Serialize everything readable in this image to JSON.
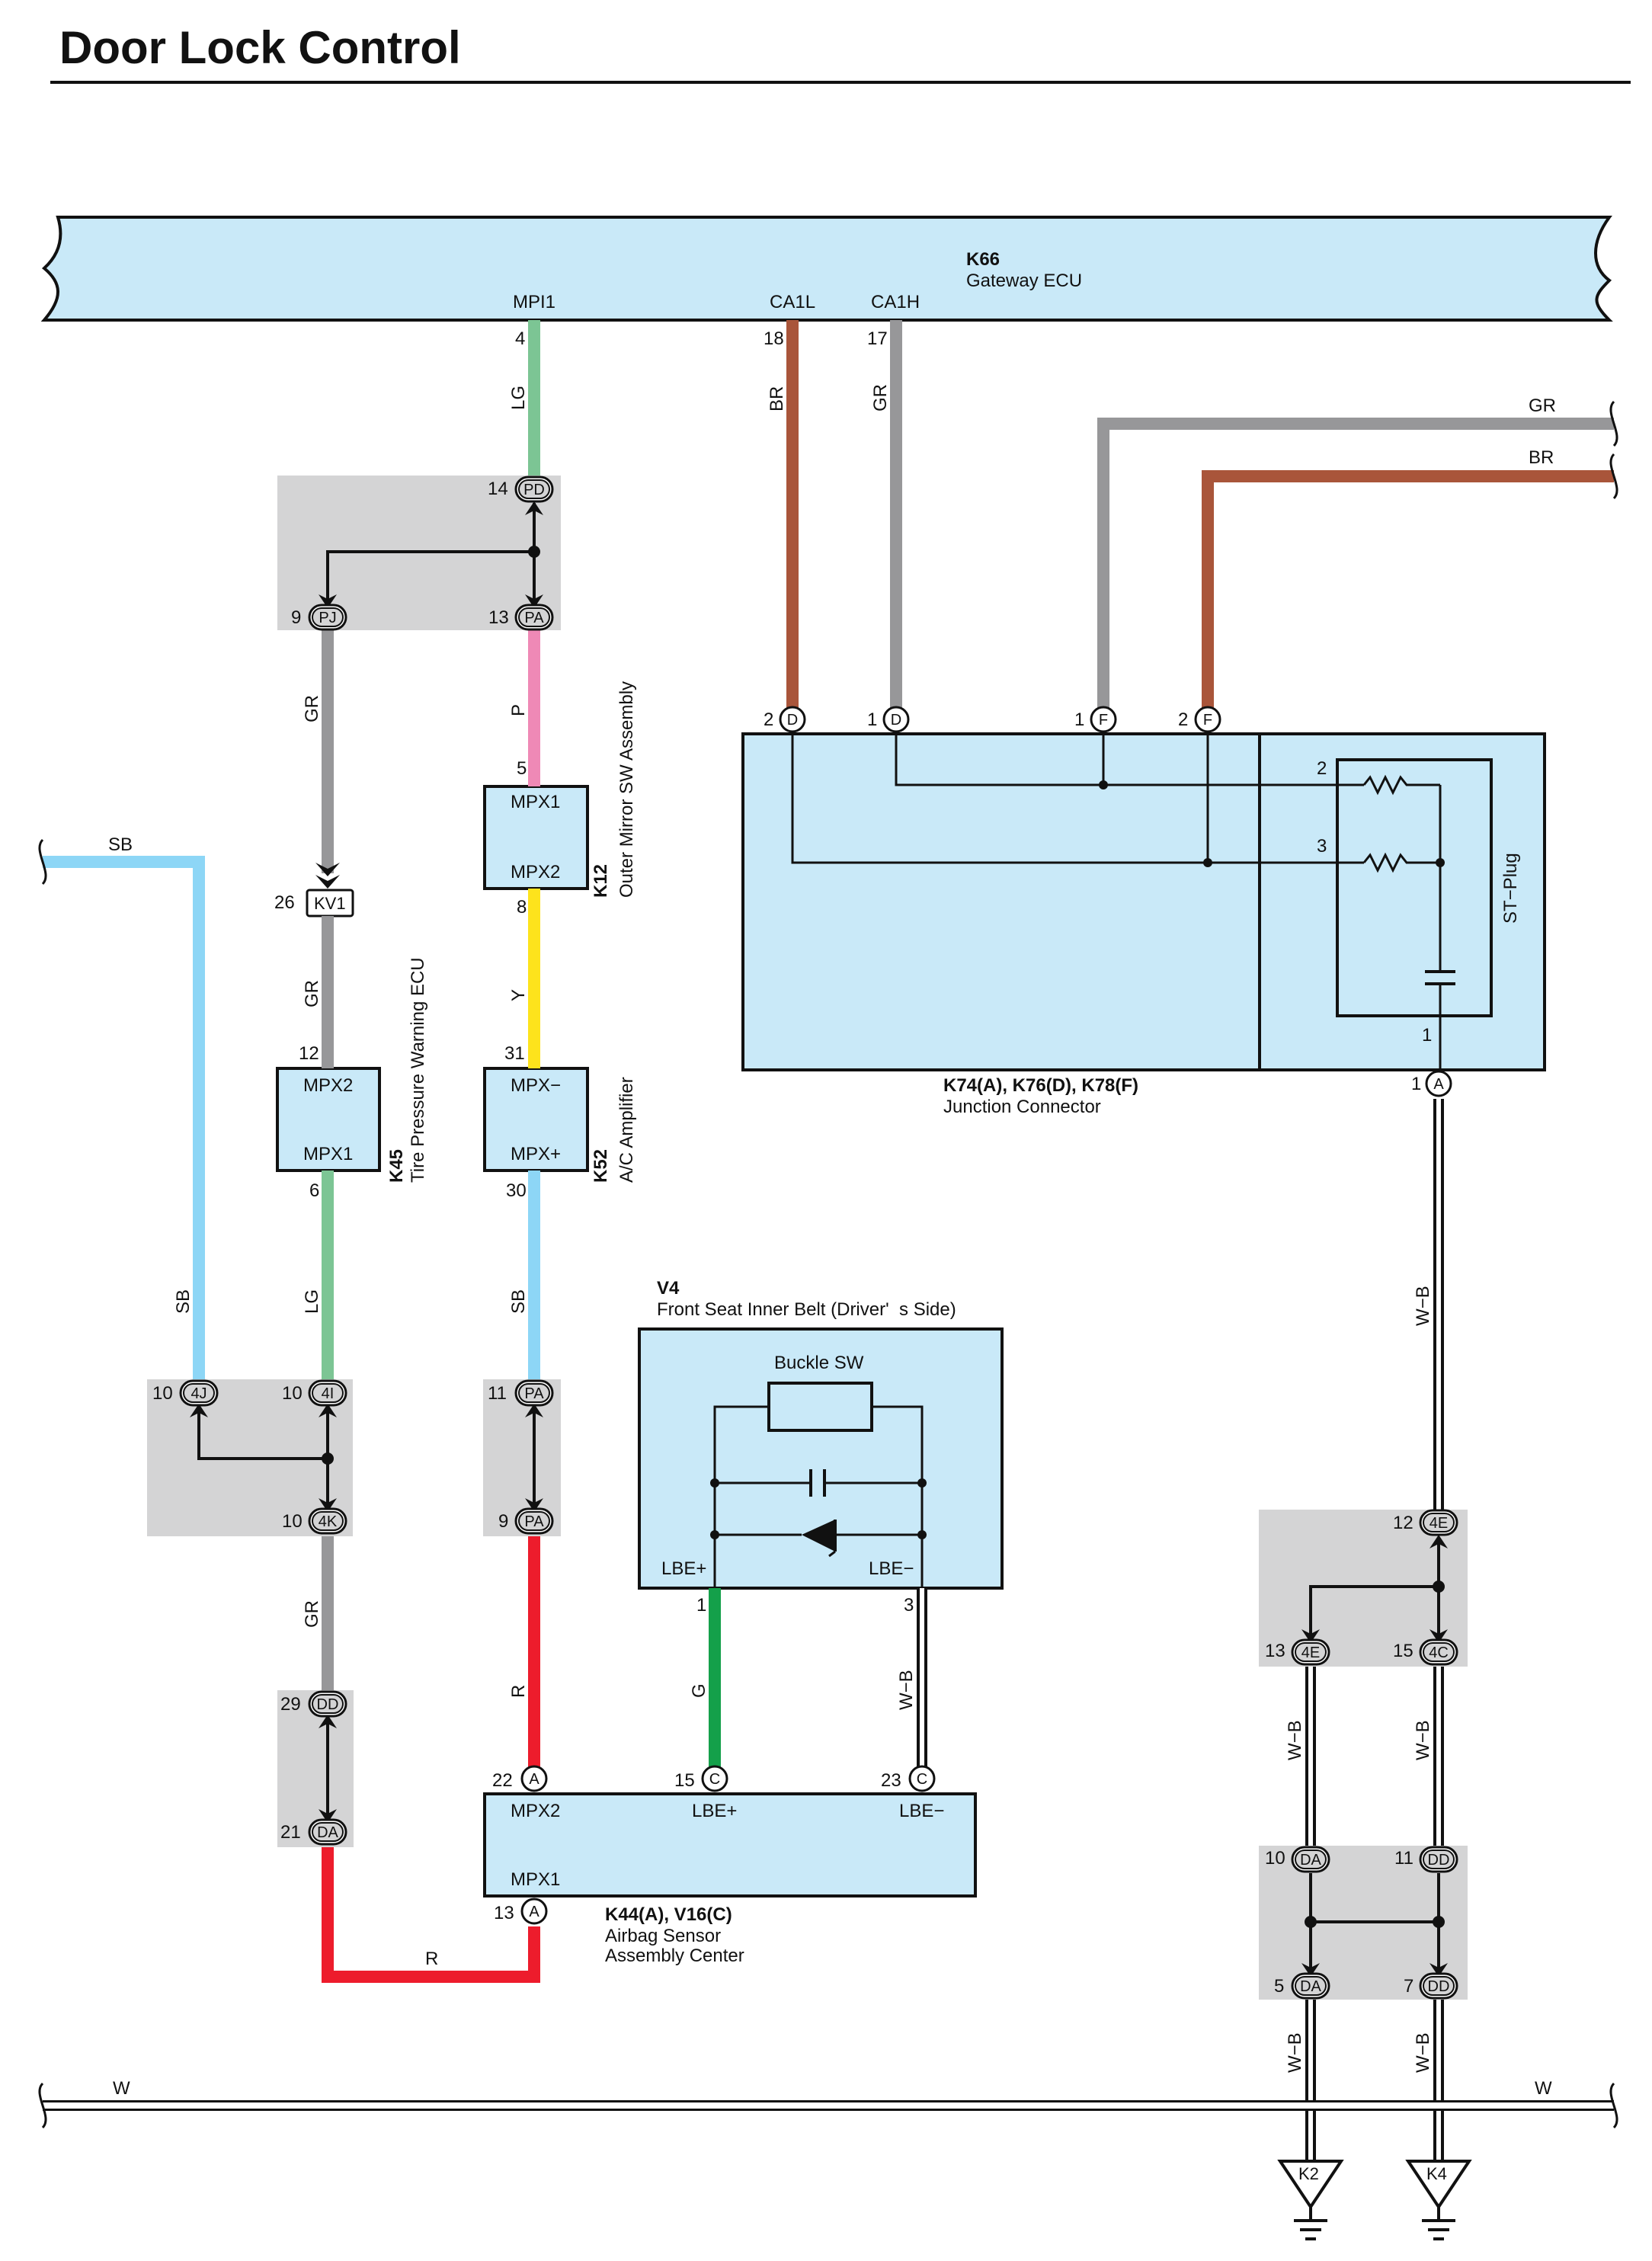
{
  "title": "Door Lock Control",
  "colors": {
    "LG": "#7cc594",
    "GR": "#979799",
    "BR": "#a9553a",
    "P": "#ef89b6",
    "Y": "#fde31c",
    "SB": "#8dd6f6",
    "R": "#ed1c2c",
    "G": "#14a04a",
    "bus": "#c9e9f8",
    "jc": "#d4d4d5"
  },
  "components": {
    "k66": {
      "code": "K66",
      "name": "Gateway ECU",
      "pins": {
        "mpi1": "MPI1",
        "ca1l": "CA1L",
        "ca1h": "CA1H"
      }
    },
    "k12": {
      "code": "K12",
      "name": "Outer Mirror SW Assembly",
      "top": "MPX1",
      "bottom": "MPX2"
    },
    "k45": {
      "code": "K45",
      "name": "Tire Pressure Warning ECU",
      "top": "MPX2",
      "bottom": "MPX1"
    },
    "k52": {
      "code": "K52",
      "name": "A/C Amplifier",
      "top": "MPX−",
      "bottom": "MPX+"
    },
    "junction": {
      "code": "K74(A), K76(D), K78(F)",
      "name": "Junction Connector",
      "stplug": "ST−Plug"
    },
    "v4": {
      "code": "V4",
      "name": "Front Seat Inner Belt (Driver'  s Side)",
      "buckle": "Buckle SW",
      "lbe_plus": "LBE+",
      "lbe_minus": "LBE−"
    },
    "k44": {
      "code": "K44(A), V16(C)",
      "name1": "Airbag Sensor",
      "name2": "Assembly Center",
      "mpx2": "MPX2",
      "mpx1": "MPX1",
      "lbe_plus": "LBE+",
      "lbe_minus": "LBE−"
    },
    "kv1": "KV1",
    "grounds": [
      "K2",
      "K4"
    ]
  },
  "wire_labels": {
    "lg": "LG",
    "gr": "GR",
    "br": "BR",
    "p": "P",
    "y": "Y",
    "sb": "SB",
    "r": "R",
    "g": "G",
    "w": "W",
    "wb": "W−B"
  },
  "pins": {
    "n1": "1",
    "n2": "2",
    "n3": "3",
    "n4": "4",
    "n5": "5",
    "n6": "6",
    "n7": "7",
    "n8": "8",
    "n9": "9",
    "n10": "10",
    "n11": "11",
    "n12": "12",
    "n13": "13",
    "n14": "14",
    "n15": "15",
    "n17": "17",
    "n18": "18",
    "n21": "21",
    "n22": "22",
    "n23": "23",
    "n26": "26",
    "n29": "29",
    "n30": "30",
    "n31": "31"
  },
  "connectors": {
    "PD": "PD",
    "PJ": "PJ",
    "PA": "PA",
    "4J": "4J",
    "4I": "4I",
    "4K": "4K",
    "DD": "DD",
    "DA": "DA",
    "4E": "4E",
    "4C": "4C",
    "A": "A",
    "C": "C",
    "D": "D",
    "F": "F"
  }
}
